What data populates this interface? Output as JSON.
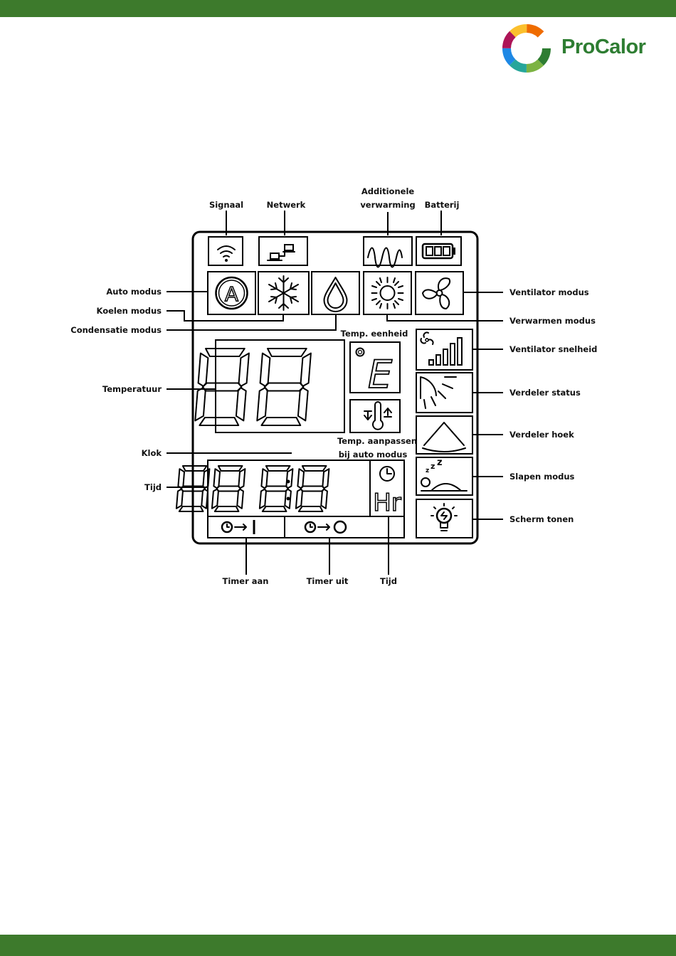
{
  "brand": {
    "name": "ProCalor",
    "header_color": "#3d7a2c",
    "logo_colors": [
      "#2e7d32",
      "#7cb342",
      "#fbc02d",
      "#ef6c00",
      "#d32f2f",
      "#ad1457",
      "#1e88e5",
      "#26a69a"
    ]
  },
  "labels": {
    "signaal": "Signaal",
    "netwerk": "Netwerk",
    "additionele_1": "Additionele",
    "additionele_2": "verwarming",
    "batterij": "Batterij",
    "auto_modus": "Auto modus",
    "koelen_modus": "Koelen modus",
    "condensatie_modus": "Condensatie modus",
    "temperatuur": "Temperatuur",
    "klok": "Klok",
    "tijd_left": "Tijd",
    "ventilator_modus": "Ventilator modus",
    "verwarmen_modus": "Verwarmen modus",
    "ventilator_snelheid": "Ventilator snelheid",
    "verdeler_status": "Verdeler status",
    "verdeler_hoek": "Verdeler hoek",
    "slapen_modus": "Slapen modus",
    "scherm_tonen": "Scherm tonen",
    "temp_eenheid": "Temp. eenheid",
    "temp_aanpassen_1": "Temp. aanpassen",
    "temp_aanpassen_2": "bij auto modus",
    "timer_aan": "Timer aan",
    "timer_uit": "Timer uit",
    "tijd_bottom": "Tijd"
  },
  "display": {
    "auto_letter": "A",
    "unit_letter": "E",
    "hour_unit": "Hr"
  },
  "icons": [
    "signal-icon",
    "network-icon",
    "heater-icon",
    "battery-icon",
    "auto-icon",
    "snowflake-icon",
    "drop-icon",
    "sun-icon",
    "fan-icon",
    "fan-speed-icon",
    "louver-status-icon",
    "louver-angle-icon",
    "sleep-icon",
    "bulb-icon",
    "clock-icon",
    "timer-on-icon",
    "timer-off-icon"
  ]
}
